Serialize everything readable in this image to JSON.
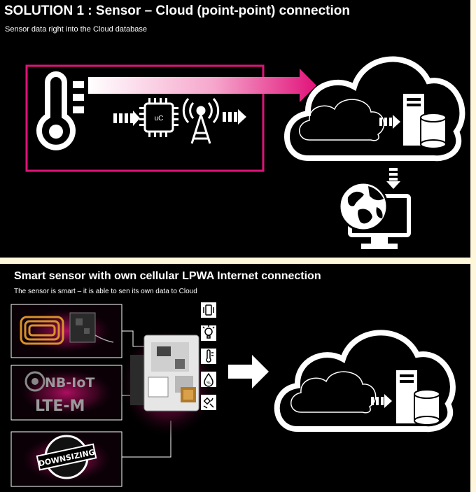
{
  "panel1": {
    "title": "SOLUTION 1 : Sensor – Cloud (point-point) connection",
    "subtitle": "Sensor data right into the Cloud database",
    "chip_label": "uC"
  },
  "panel2": {
    "title": "Smart sensor with own cellular LPWA Internet connection",
    "subtitle": "The sensor is smart – it is able to sen its own data to Cloud",
    "badge_nbiot": "NB-IoT",
    "badge_ltem": "LTE-M",
    "badge_downsizing": "DOWNSIZING"
  },
  "colors": {
    "background": "#000000",
    "frame": "#fff7dc",
    "accent": "#e0137a",
    "foreground": "#ffffff"
  },
  "icons": [
    "thermometer-icon",
    "microcontroller-icon",
    "antenna-icon",
    "cloud-icon",
    "server-icon",
    "database-icon",
    "globe-monitor-icon",
    "coil-antenna-icon",
    "iot-module-icon",
    "phone-icon",
    "bulb-icon",
    "temperature-icon",
    "humidity-icon",
    "satellite-icon"
  ]
}
